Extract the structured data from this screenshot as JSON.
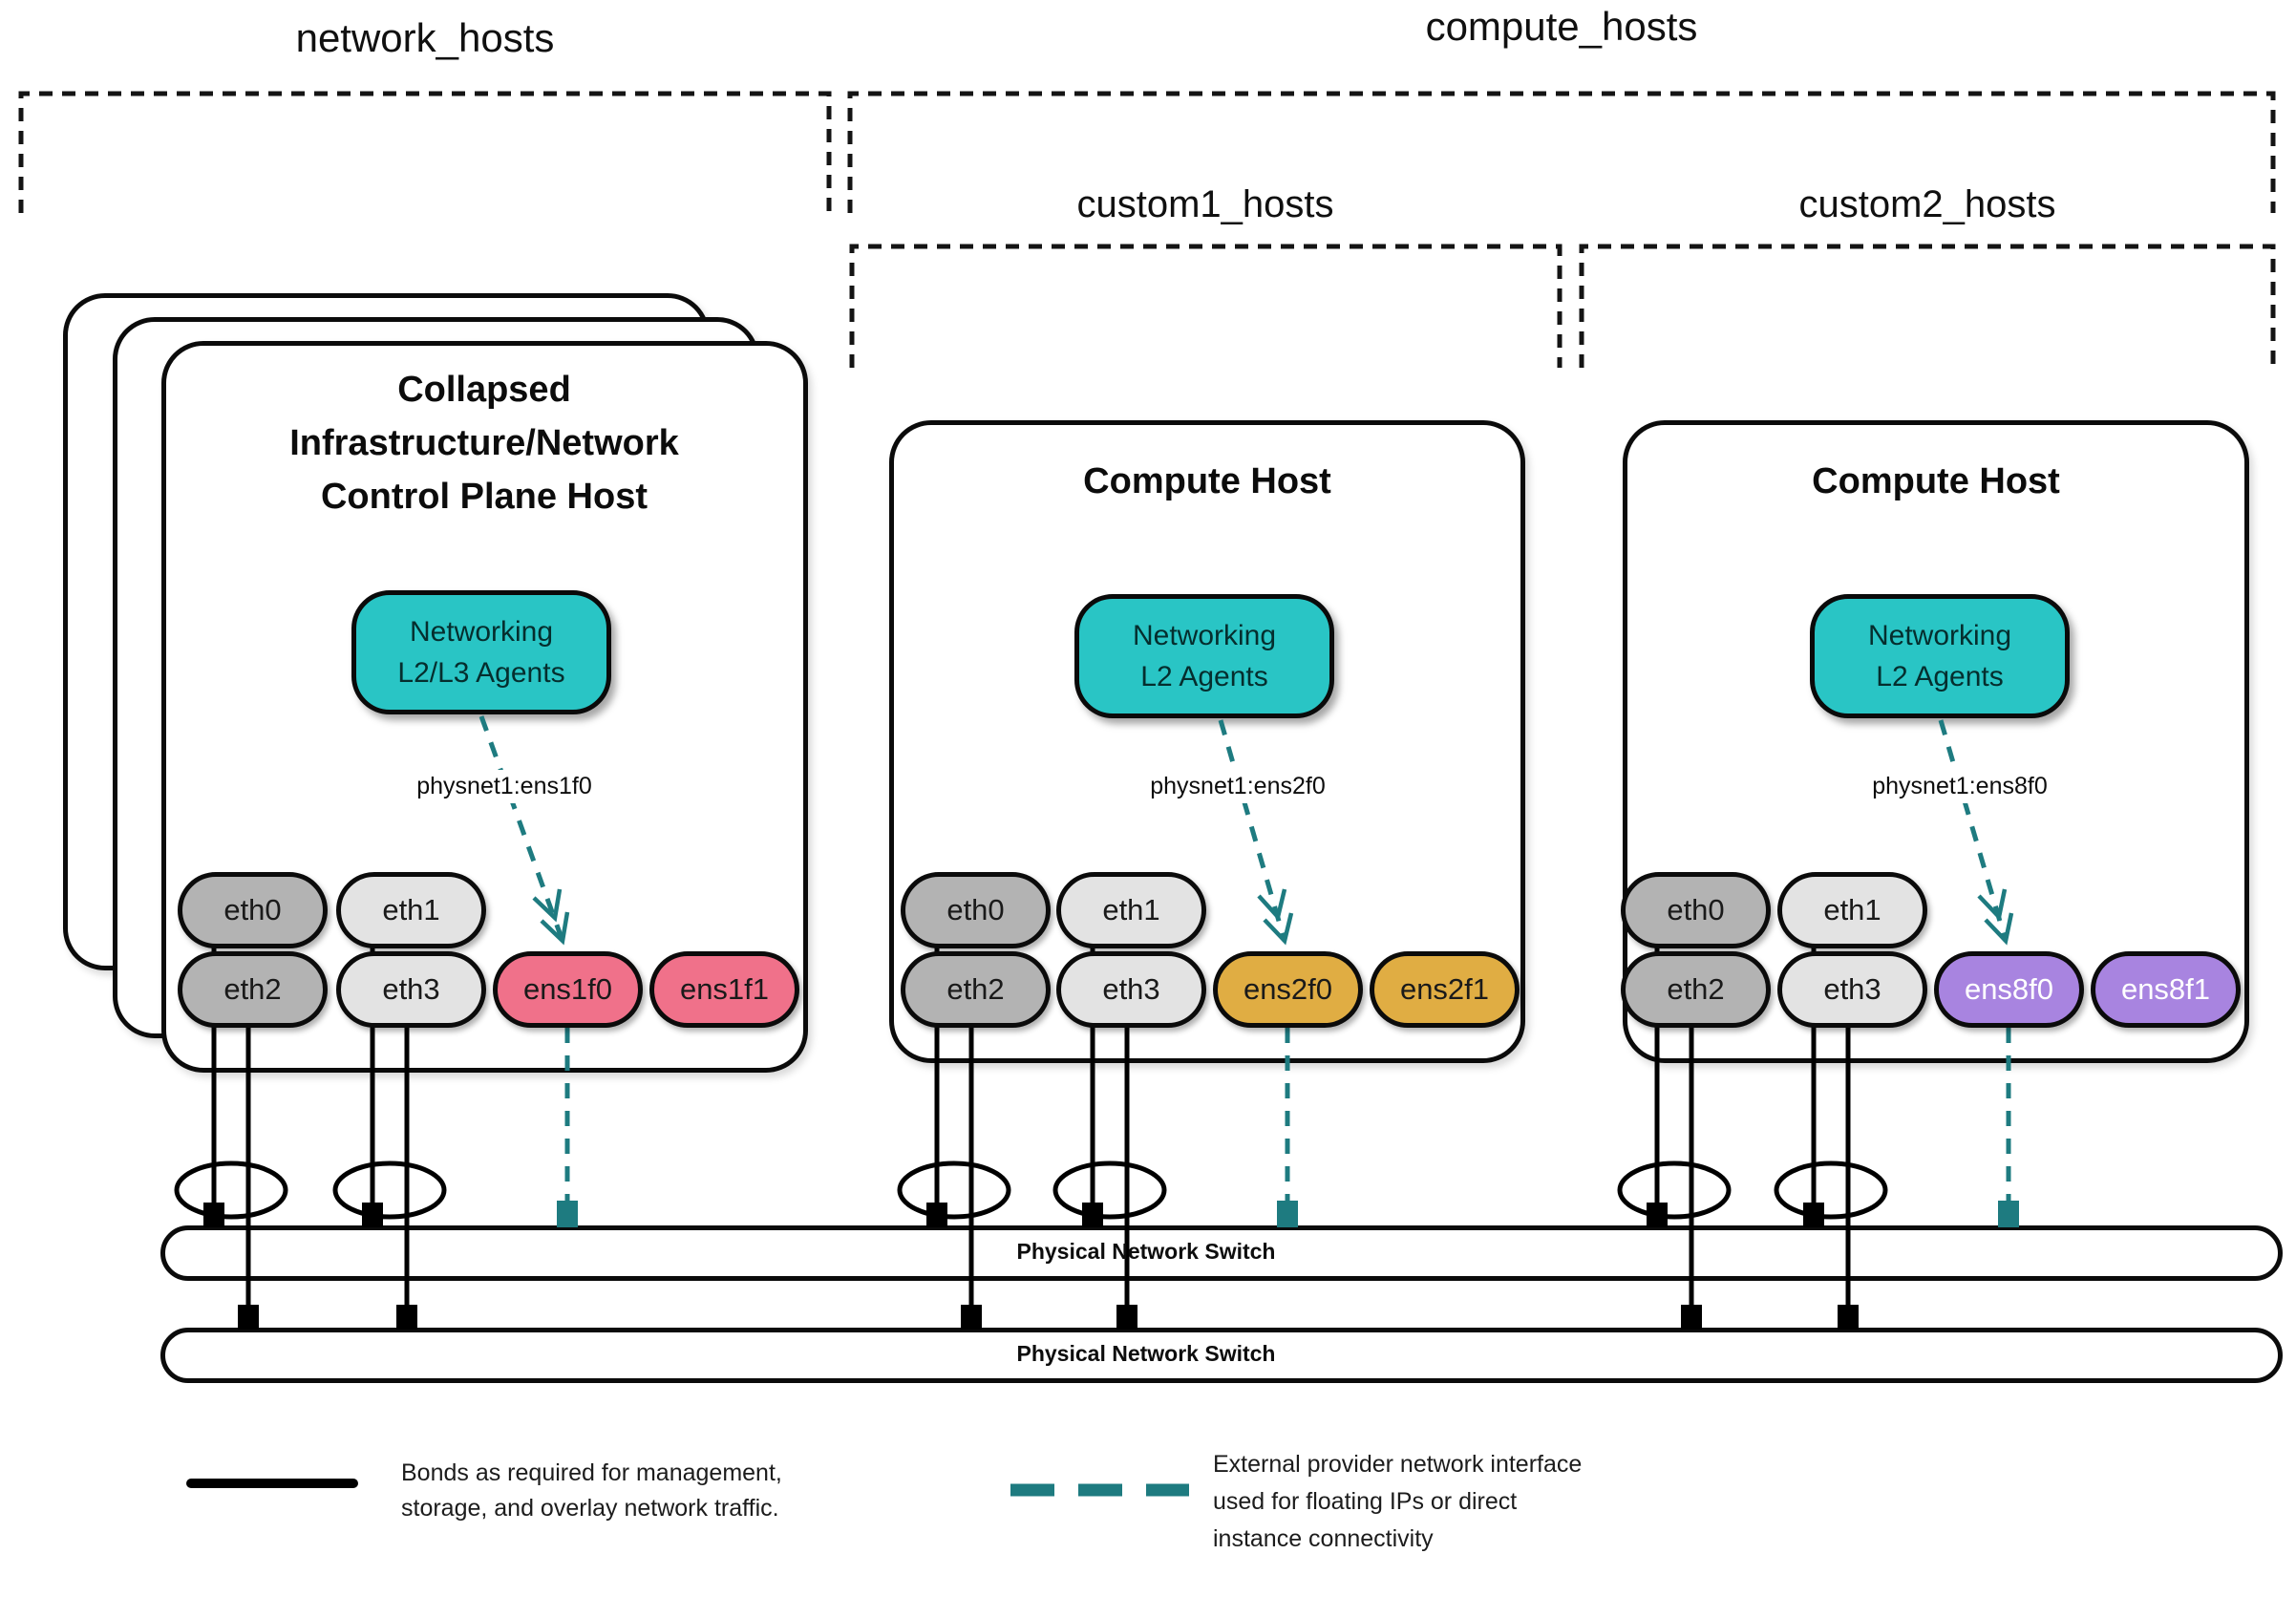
{
  "groups": {
    "network": {
      "label": "network_hosts"
    },
    "compute": {
      "label": "compute_hosts"
    },
    "custom1": {
      "label": "custom1_hosts"
    },
    "custom2": {
      "label": "custom2_hosts"
    }
  },
  "hosts": [
    {
      "title_lines": [
        "Collapsed",
        "Infrastructure/Network",
        "Control Plane Host"
      ],
      "agent_lines": [
        "Networking",
        "L2/L3 Agents"
      ],
      "physnet_label": "physnet1:ens1f0",
      "nics": [
        {
          "label": "eth0"
        },
        {
          "label": "eth1"
        },
        {
          "label": "eth2"
        },
        {
          "label": "eth3"
        },
        {
          "label": "ens1f0"
        },
        {
          "label": "ens1f1"
        }
      ],
      "provider_nic_color": "#f0718a",
      "stacked": true
    },
    {
      "title_lines": [
        "Compute Host"
      ],
      "agent_lines": [
        "Networking",
        "L2 Agents"
      ],
      "physnet_label": "physnet1:ens2f0",
      "nics": [
        {
          "label": "eth0"
        },
        {
          "label": "eth1"
        },
        {
          "label": "eth2"
        },
        {
          "label": "eth3"
        },
        {
          "label": "ens2f0"
        },
        {
          "label": "ens2f1"
        }
      ],
      "provider_nic_color": "#e0ad43",
      "stacked": false
    },
    {
      "title_lines": [
        "Compute Host"
      ],
      "agent_lines": [
        "Networking",
        "L2 Agents"
      ],
      "physnet_label": "physnet1:ens8f0",
      "nics": [
        {
          "label": "eth0"
        },
        {
          "label": "eth1"
        },
        {
          "label": "eth2"
        },
        {
          "label": "eth3"
        },
        {
          "label": "ens8f0"
        },
        {
          "label": "ens8f1"
        }
      ],
      "provider_nic_color": "#a884e0",
      "stacked": false
    }
  ],
  "switches": [
    {
      "label": "Physical Network Switch"
    },
    {
      "label": "Physical Network Switch"
    }
  ],
  "legend": {
    "bond": {
      "lines": [
        "Bonds as required for management,",
        "storage, and overlay network traffic."
      ]
    },
    "provider": {
      "lines": [
        "External provider network interface",
        "used for floating IPs or direct",
        "instance connectivity"
      ]
    }
  },
  "colors": {
    "agent_box": "#29c5c5",
    "provider_line": "#1e7b80",
    "bond_line": "#000000",
    "nic_gray_dark": "#b3b3b3",
    "nic_gray_light": "#e3e3e3",
    "nic_pink": "#f0718a",
    "nic_gold": "#e0ad43",
    "nic_purple": "#a884e0"
  }
}
